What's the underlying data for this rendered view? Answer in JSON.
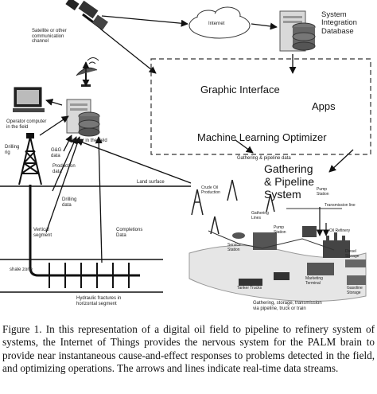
{
  "labels": {
    "satellite": "Satellite or other\ncommunication\nchannel",
    "internet": "Internet",
    "system_db": "System\nIntegration\nDatabase",
    "graphic_interface": "Graphic Interface",
    "apps": "Apps",
    "ml_optimizer": "Machine Learning Optimizer",
    "gathering_pipeline": "Gathering\n& Pipeline\nSystem",
    "gathering_small": "Gathering & pipeline data",
    "operator": "Operator computer\nin the field",
    "drilling_rig": "Drilling\nrig",
    "gg_data": "G&G\ndata",
    "production_data": "Production\ndata",
    "server": "Server in the field",
    "land_surface": "Land surface",
    "drilling_data": "Drilling\ndata",
    "vertical_segment": "Vertical\nsegment",
    "completions": "Completions\nData",
    "shale_zone": "shale zone",
    "fractures": "Hydraulic fractures in\nhorizontal segment",
    "crude_oil": "Crude Oil\nProduction",
    "gathering_lines": "Gathering\nLines",
    "pump_station_top": "Pump\nStation",
    "trans_line": "Transmission line",
    "pump_station": "Pump\nStation",
    "service_station": "Service\nStation",
    "oil_refinery": "Oil Refinery",
    "diesel_storage": "Diesel\nStorage",
    "marketing_terminal": "Marketing\nTerminal",
    "gasoline_storage": "Gasoline\nStorage",
    "tanker_trucks": "Tanker Trucks",
    "gathering_caption": "Gathering, storage, transmission\nvia pipeline, truck or train"
  },
  "caption": "Figure 1. In this representation of a digital oil field to pipeline to refinery system of systems, the Internet of Things provides the nervous system for the PALM brain to provide near instantaneous cause-and-effect responses to problems detected in the field, and optimizing operations. The arrows and lines indicate real-time data streams.",
  "colors": {
    "ink": "#111111",
    "box_border": "#333333"
  }
}
